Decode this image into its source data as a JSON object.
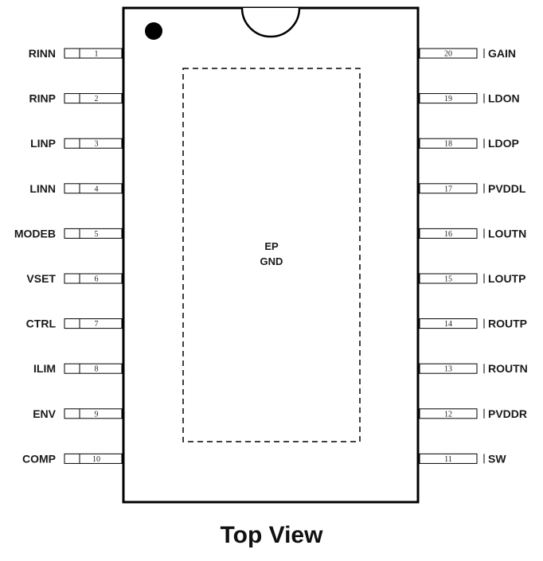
{
  "title": "Top View",
  "pad": {
    "line1": "EP",
    "line2": "GND"
  },
  "pins_left": [
    {
      "num": "1",
      "name": "RINN"
    },
    {
      "num": "2",
      "name": "RINP"
    },
    {
      "num": "3",
      "name": "LINP"
    },
    {
      "num": "4",
      "name": "LINN"
    },
    {
      "num": "5",
      "name": "MODEB"
    },
    {
      "num": "6",
      "name": "VSET"
    },
    {
      "num": "7",
      "name": "CTRL"
    },
    {
      "num": "8",
      "name": "ILIM"
    },
    {
      "num": "9",
      "name": "ENV"
    },
    {
      "num": "10",
      "name": "COMP"
    }
  ],
  "pins_right": [
    {
      "num": "20",
      "name": "GAIN"
    },
    {
      "num": "19",
      "name": "LDON"
    },
    {
      "num": "18",
      "name": "LDOP"
    },
    {
      "num": "17",
      "name": "PVDDL"
    },
    {
      "num": "16",
      "name": "LOUTN"
    },
    {
      "num": "15",
      "name": "LOUTP"
    },
    {
      "num": "14",
      "name": "ROUTP"
    },
    {
      "num": "13",
      "name": "ROUTN"
    },
    {
      "num": "12",
      "name": "PVDDR"
    },
    {
      "num": "11",
      "name": "SW"
    }
  ]
}
